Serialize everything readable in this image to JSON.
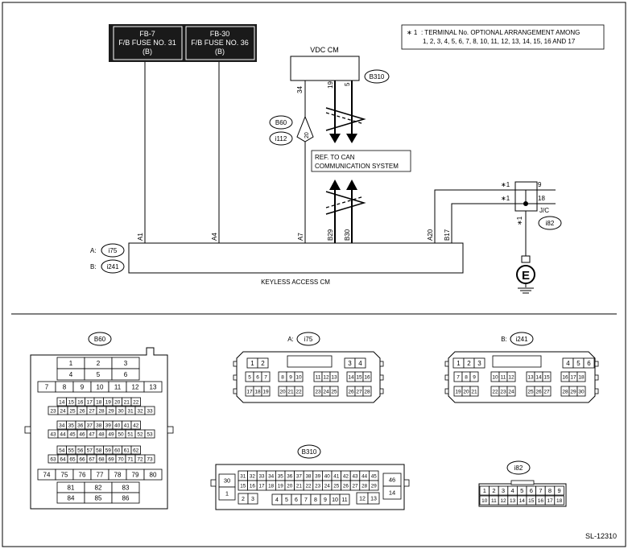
{
  "fuses": [
    {
      "name": "FB-7",
      "label": "F/B FUSE NO. 31",
      "sub": "(B)"
    },
    {
      "name": "FB-30",
      "label": "F/B FUSE NO. 36",
      "sub": "(B)"
    }
  ],
  "note": {
    "mark": "∗ 1",
    "line1": ": TERMINAL No. OPTIONAL ARRANGEMENT AMONG",
    "line2": "1, 2, 3, 4, 5, 6, 7, 8, 10, 11, 12, 13, 14, 15, 16 AND 17"
  },
  "vdc": {
    "title": "VDC CM",
    "pins": [
      "34",
      "19",
      "5"
    ],
    "connector": "B310"
  },
  "b60_label": "B60",
  "i112_label": "i112",
  "pin20": "20",
  "ref": {
    "line1": "REF. TO CAN",
    "line2": "COMMUNICATION SYSTEM"
  },
  "keyless": {
    "title": "KEYLESS ACCESS CM",
    "conn_a": {
      "prefix": "A:",
      "name": "i75"
    },
    "conn_b": {
      "prefix": "B:",
      "name": "i241"
    },
    "pins": [
      "A1",
      "A4",
      "A7",
      "B29",
      "B30",
      "A20",
      "B17"
    ]
  },
  "jc": {
    "label": "J/C",
    "connector": "i82",
    "pin_top": "9",
    "pin_bottom": "18",
    "mark": "∗1",
    "ground": "E"
  },
  "diagram_id": "SL-12310",
  "connectors": {
    "b60": {
      "name": "B60",
      "rows": [
        [
          "1",
          "2",
          "3"
        ],
        [
          "4",
          "5",
          "6"
        ],
        [
          "7",
          "8",
          "9",
          "10",
          "11",
          "12",
          "13"
        ],
        [
          "14",
          "15",
          "16",
          "17",
          "18",
          "19",
          "20",
          "21",
          "22"
        ],
        [
          "23",
          "24",
          "25",
          "26",
          "27",
          "28",
          "29",
          "30",
          "31",
          "32",
          "33"
        ],
        [
          "34",
          "35",
          "36",
          "37",
          "38",
          "39",
          "40",
          "41",
          "42"
        ],
        [
          "43",
          "44",
          "45",
          "46",
          "47",
          "48",
          "49",
          "50",
          "51",
          "52",
          "53"
        ],
        [
          "54",
          "55",
          "56",
          "57",
          "58",
          "59",
          "60",
          "61",
          "62"
        ],
        [
          "63",
          "64",
          "65",
          "66",
          "67",
          "68",
          "69",
          "70",
          "71",
          "72",
          "73"
        ],
        [
          "74",
          "75",
          "76",
          "77",
          "78",
          "79",
          "80"
        ],
        [
          "81",
          "82",
          "83"
        ],
        [
          "84",
          "85",
          "86"
        ]
      ]
    },
    "i75": {
      "prefix": "A:",
      "name": "i75",
      "top_left": [
        "1",
        "2"
      ],
      "top_right": [
        "3",
        "4"
      ],
      "mid": [
        [
          "5",
          "6",
          "7"
        ],
        [
          "8",
          "9",
          "10"
        ],
        [
          "11",
          "12",
          "13"
        ],
        [
          "14",
          "15",
          "16"
        ]
      ],
      "bot": [
        [
          "17",
          "18",
          "19"
        ],
        [
          "20",
          "21",
          "22"
        ],
        [
          "23",
          "24",
          "25"
        ],
        [
          "26",
          "27",
          "28"
        ]
      ]
    },
    "i241": {
      "prefix": "B:",
      "name": "i241",
      "top_left": [
        "1",
        "2",
        "3"
      ],
      "top_right": [
        "4",
        "5",
        "6"
      ],
      "mid": [
        [
          "7",
          "8",
          "9"
        ],
        [
          "10",
          "11",
          "12"
        ],
        [
          "13",
          "14",
          "15"
        ],
        [
          "16",
          "17",
          "18"
        ]
      ],
      "bot": [
        [
          "19",
          "20",
          "21"
        ],
        [
          "22",
          "23",
          "24"
        ],
        [
          "25",
          "26",
          "27"
        ],
        [
          "28",
          "29",
          "30"
        ]
      ]
    },
    "b310": {
      "name": "B310",
      "left": [
        "30",
        "1"
      ],
      "right": [
        "46",
        "14"
      ],
      "row1": [
        "31",
        "32",
        "33",
        "34",
        "35",
        "36",
        "37",
        "38",
        "39",
        "40",
        "41",
        "42",
        "43",
        "44",
        "45"
      ],
      "row2": [
        "15",
        "16",
        "17",
        "18",
        "19",
        "20",
        "21",
        "22",
        "23",
        "24",
        "25",
        "26",
        "27",
        "28",
        "29"
      ],
      "row3a": [
        "2",
        "3"
      ],
      "row3b": [
        "4",
        "5",
        "6",
        "7",
        "8",
        "9",
        "10",
        "11"
      ],
      "row3c": [
        "12",
        "13"
      ]
    },
    "i82": {
      "name": "i82",
      "row1": [
        "1",
        "2",
        "3",
        "4",
        "5",
        "6",
        "7",
        "8",
        "9"
      ],
      "row2": [
        "10",
        "11",
        "12",
        "13",
        "14",
        "15",
        "16",
        "17",
        "18"
      ]
    }
  }
}
